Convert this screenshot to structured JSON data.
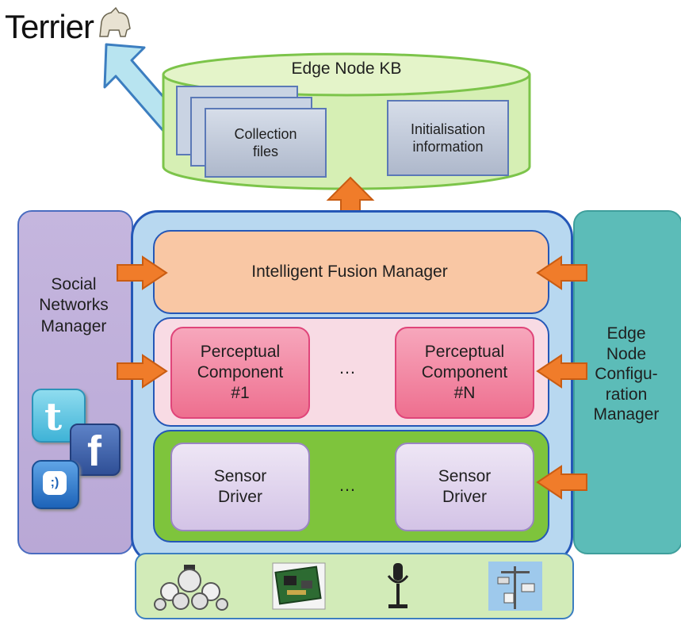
{
  "terrier_logo": "Terrier",
  "kb": {
    "title": "Edge Node KB",
    "collection_files": "Collection\nfiles",
    "init_info": "Initialisation\ninformation"
  },
  "social_manager": "Social\nNetworks\nManager",
  "config_manager": "Edge\nNode\nConfigu-\nration\nManager",
  "fusion_manager": "Intelligent Fusion Manager",
  "perceptual": {
    "first": "Perceptual\nComponent\n#1",
    "last": "Perceptual\nComponent\n#N",
    "ellipsis": "…"
  },
  "sensors": {
    "first": "Sensor\nDriver",
    "last": "Sensor\nDriver",
    "ellipsis": "…"
  },
  "social_icons": [
    "twitter-icon",
    "facebook-icon",
    "speech-bubble-icon"
  ],
  "sensor_devices": [
    "camera-array-icon",
    "circuit-board-icon",
    "microphone-icon",
    "weather-station-icon"
  ],
  "colors": {
    "arrow": "#f07c2a",
    "core_border": "#2457b7",
    "kb_fill": "#d6efb4",
    "kb_border": "#7cc44a"
  }
}
